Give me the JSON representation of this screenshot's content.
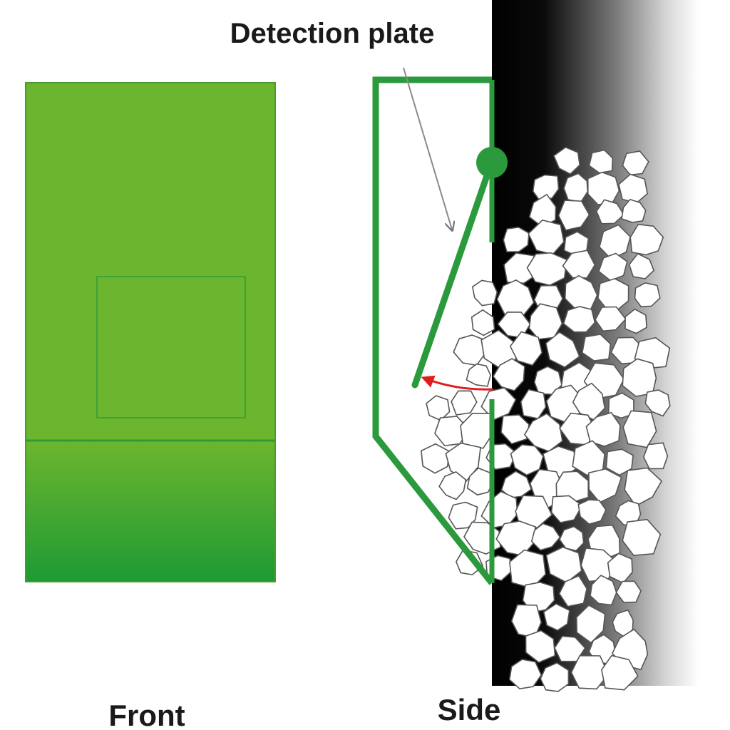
{
  "labels": {
    "detection_plate": "Detection plate",
    "front": "Front",
    "side": "Side"
  },
  "colors": {
    "sensor_green": "#6cb52e",
    "sensor_green_dark": "#1e9a34",
    "outline_green": "#2a9a3c",
    "wall_black": "#000000",
    "arrow_red": "#e01c1c",
    "stone_fill": "#ffffff",
    "stone_edge": "#555555"
  }
}
